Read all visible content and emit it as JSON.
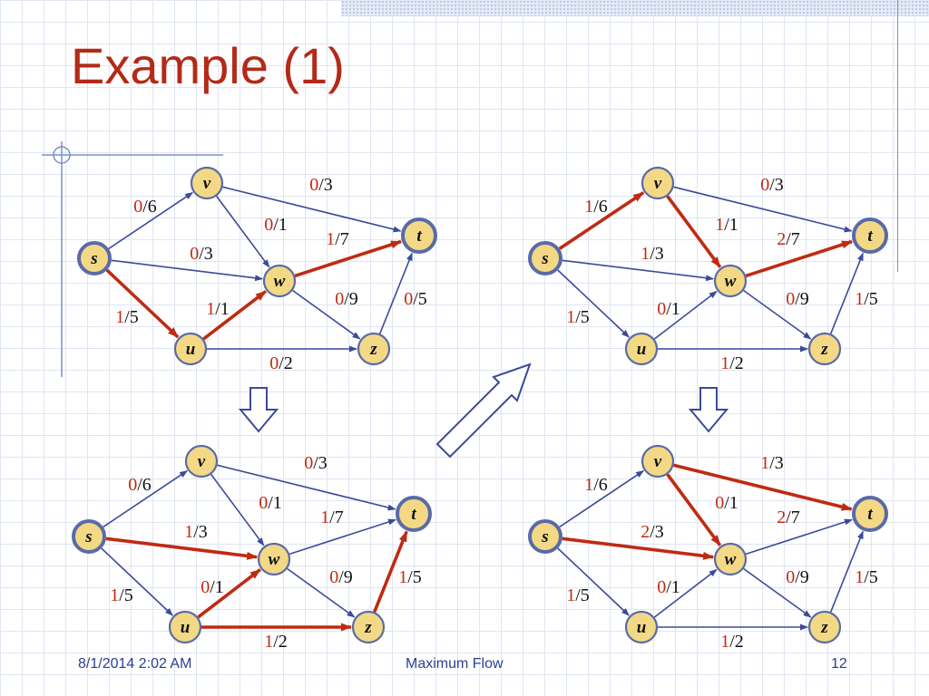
{
  "slide": {
    "title": "Example (1)",
    "footer": {
      "date": "8/1/2014 2:02 AM",
      "center": "Maximum Flow",
      "page": "12"
    }
  },
  "colors": {
    "title": "#b32a17",
    "node_fill": "#f3d985",
    "node_stroke": "#5a6aa8",
    "edge": "#3b4a9a",
    "flow_edge": "#c02a12",
    "flow_number": "#c02a12"
  },
  "node_labels": {
    "s": "s",
    "v": "v",
    "w": "w",
    "t": "t",
    "u": "u",
    "z": "z"
  },
  "diagram": {
    "graphs": [
      {
        "id": "top-left",
        "edges": [
          {
            "from": "s",
            "to": "v",
            "flow": "0",
            "cap": "6",
            "augmenting": false
          },
          {
            "from": "s",
            "to": "w",
            "flow": "0",
            "cap": "3",
            "augmenting": false
          },
          {
            "from": "s",
            "to": "u",
            "flow": "1",
            "cap": "5",
            "augmenting": true
          },
          {
            "from": "v",
            "to": "t",
            "flow": "0",
            "cap": "3",
            "augmenting": false
          },
          {
            "from": "v",
            "to": "w",
            "flow": "0",
            "cap": "1",
            "augmenting": false
          },
          {
            "from": "w",
            "to": "t",
            "flow": "1",
            "cap": "7",
            "augmenting": true
          },
          {
            "from": "w",
            "to": "z",
            "flow": "0",
            "cap": "9",
            "augmenting": false
          },
          {
            "from": "u",
            "to": "w",
            "flow": "1",
            "cap": "1",
            "augmenting": true
          },
          {
            "from": "u",
            "to": "z",
            "flow": "0",
            "cap": "2",
            "augmenting": false
          },
          {
            "from": "z",
            "to": "t",
            "flow": "0",
            "cap": "5",
            "augmenting": false
          }
        ]
      },
      {
        "id": "bottom-left",
        "edges": [
          {
            "from": "s",
            "to": "v",
            "flow": "0",
            "cap": "6",
            "augmenting": false
          },
          {
            "from": "s",
            "to": "w",
            "flow": "1",
            "cap": "3",
            "augmenting": true
          },
          {
            "from": "s",
            "to": "u",
            "flow": "1",
            "cap": "5",
            "augmenting": false
          },
          {
            "from": "v",
            "to": "t",
            "flow": "0",
            "cap": "3",
            "augmenting": false
          },
          {
            "from": "v",
            "to": "w",
            "flow": "0",
            "cap": "1",
            "augmenting": false
          },
          {
            "from": "w",
            "to": "t",
            "flow": "1",
            "cap": "7",
            "augmenting": false
          },
          {
            "from": "w",
            "to": "z",
            "flow": "0",
            "cap": "9",
            "augmenting": false
          },
          {
            "from": "u",
            "to": "w",
            "flow": "0",
            "cap": "1",
            "augmenting": true
          },
          {
            "from": "u",
            "to": "z",
            "flow": "1",
            "cap": "2",
            "augmenting": true
          },
          {
            "from": "z",
            "to": "t",
            "flow": "1",
            "cap": "5",
            "augmenting": true
          }
        ]
      },
      {
        "id": "top-right",
        "edges": [
          {
            "from": "s",
            "to": "v",
            "flow": "1",
            "cap": "6",
            "augmenting": true
          },
          {
            "from": "s",
            "to": "w",
            "flow": "1",
            "cap": "3",
            "augmenting": false
          },
          {
            "from": "s",
            "to": "u",
            "flow": "1",
            "cap": "5",
            "augmenting": false
          },
          {
            "from": "v",
            "to": "t",
            "flow": "0",
            "cap": "3",
            "augmenting": false
          },
          {
            "from": "v",
            "to": "w",
            "flow": "1",
            "cap": "1",
            "augmenting": true
          },
          {
            "from": "w",
            "to": "t",
            "flow": "2",
            "cap": "7",
            "augmenting": true
          },
          {
            "from": "w",
            "to": "z",
            "flow": "0",
            "cap": "9",
            "augmenting": false
          },
          {
            "from": "u",
            "to": "w",
            "flow": "0",
            "cap": "1",
            "augmenting": false
          },
          {
            "from": "u",
            "to": "z",
            "flow": "1",
            "cap": "2",
            "augmenting": false
          },
          {
            "from": "z",
            "to": "t",
            "flow": "1",
            "cap": "5",
            "augmenting": false
          }
        ]
      },
      {
        "id": "bottom-right",
        "edges": [
          {
            "from": "s",
            "to": "v",
            "flow": "1",
            "cap": "6",
            "augmenting": false
          },
          {
            "from": "s",
            "to": "w",
            "flow": "2",
            "cap": "3",
            "augmenting": true
          },
          {
            "from": "s",
            "to": "u",
            "flow": "1",
            "cap": "5",
            "augmenting": false
          },
          {
            "from": "v",
            "to": "t",
            "flow": "1",
            "cap": "3",
            "augmenting": true
          },
          {
            "from": "v",
            "to": "w",
            "flow": "0",
            "cap": "1",
            "augmenting": true
          },
          {
            "from": "w",
            "to": "t",
            "flow": "2",
            "cap": "7",
            "augmenting": false
          },
          {
            "from": "w",
            "to": "z",
            "flow": "0",
            "cap": "9",
            "augmenting": false
          },
          {
            "from": "u",
            "to": "w",
            "flow": "0",
            "cap": "1",
            "augmenting": false
          },
          {
            "from": "u",
            "to": "z",
            "flow": "1",
            "cap": "2",
            "augmenting": false
          },
          {
            "from": "z",
            "to": "t",
            "flow": "1",
            "cap": "5",
            "augmenting": false
          }
        ]
      }
    ]
  }
}
